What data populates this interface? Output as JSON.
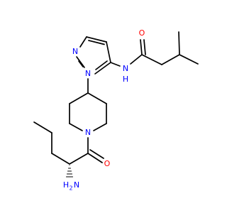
{
  "molecule": {
    "colors": {
      "bond": "#000000",
      "nitrogen": "#0000ff",
      "oxygen": "#ff0000"
    },
    "labels": {
      "pyrazole_n2": "N",
      "pyrazole_n1": "N",
      "amide_nh": "N",
      "amide_h": "H",
      "amide_o": "O",
      "piperidine_n": "N",
      "ketone_o": "O",
      "amine_h2": "H",
      "amine_h2_sub": "2",
      "amine_n": "N"
    }
  }
}
